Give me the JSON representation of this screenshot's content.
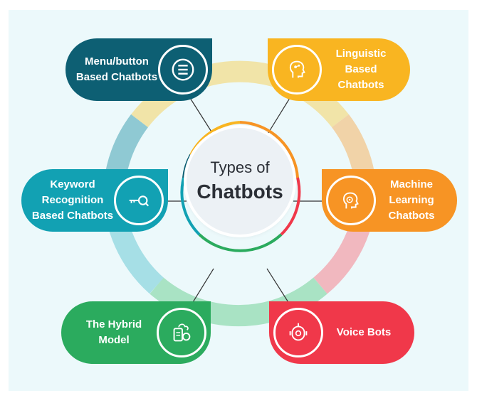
{
  "center": {
    "line1": "Types of",
    "line2": "Chatbots"
  },
  "nodes": [
    {
      "label": "Menu/button Based Chatbots",
      "icon": "menu-list-icon",
      "color": "#0d5f73"
    },
    {
      "label": "Linguistic Based Chatbots",
      "icon": "brain-head-icon",
      "color": "#f9b521"
    },
    {
      "label": "Keyword Recognition Based Chatbots",
      "icon": "key-search-icon",
      "color": "#12a1b3"
    },
    {
      "label": "Machine Learning Chatbots",
      "icon": "ai-head-icon",
      "color": "#f79424"
    },
    {
      "label": "The Hybrid Model",
      "icon": "hybrid-device-icon",
      "color": "#2bab5e"
    },
    {
      "label": "Voice Bots",
      "icon": "robot-voice-icon",
      "color": "#f0384a"
    }
  ]
}
